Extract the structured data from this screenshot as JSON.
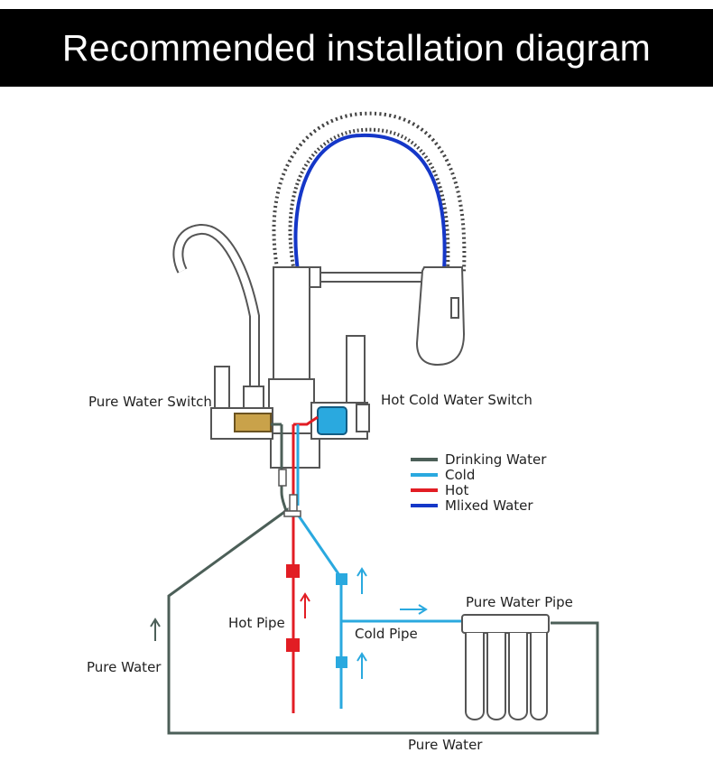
{
  "title": "Recommended installation diagram",
  "labels": {
    "pure_water_switch": "Pure Water Switch",
    "hot_cold_switch": "Hot Cold Water Switch",
    "hot_pipe": "Hot Pipe",
    "cold_pipe": "Cold Pipe",
    "pure_water_pipe": "Pure Water Pipe",
    "pure_water_left": "Pure Water",
    "pure_water_bottom": "Pure Water"
  },
  "legend": [
    {
      "label": "Drinking Water",
      "color": "#4c5f58"
    },
    {
      "label": "Cold",
      "color": "#2aa9df"
    },
    {
      "label": "Hot",
      "color": "#e21d24"
    },
    {
      "label": "Mlixed Water",
      "color": "#1537c8"
    }
  ],
  "colors": {
    "drinking": "#4c5f58",
    "cold": "#2aa9df",
    "hot": "#e21d24",
    "mixed": "#1537c8"
  }
}
